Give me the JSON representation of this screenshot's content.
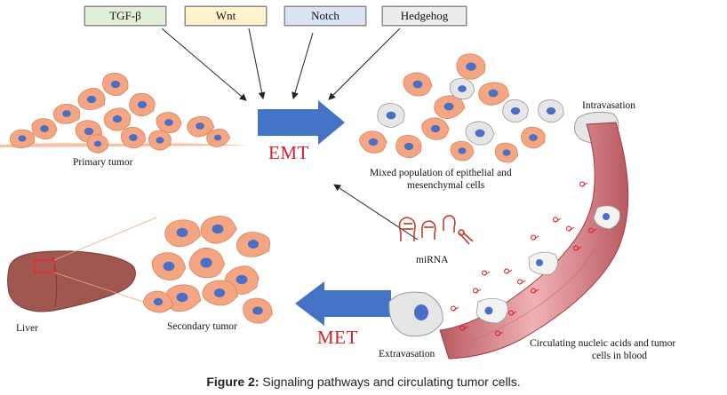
{
  "pathways": [
    {
      "label": "TGF-β",
      "color": "#e2efd9"
    },
    {
      "label": "Wnt",
      "color": "#fff2cc"
    },
    {
      "label": "Notch",
      "color": "#dae3f3"
    },
    {
      "label": "Hedgehog",
      "color": "#ededed"
    }
  ],
  "labels": {
    "primary_tumor": "Primary tumor",
    "mixed_line1": "Mixed population of epithelial and",
    "mixed_line2": "mesenchymal cells",
    "intravasation": "Intravasation",
    "mirna": "miRNA",
    "liver": "Liver",
    "secondary_tumor": "Secondary tumor",
    "extravasation": "Extravasation",
    "circulating_line1": "Circulating nucleic acids and tumor",
    "circulating_line2": "cells in blood"
  },
  "transitions": {
    "emt": "EMT",
    "met": "MET"
  },
  "caption": {
    "prefix": "Figure 2:",
    "text": " Signaling pathways and circulating tumor cells."
  },
  "colors": {
    "epithelial_cell": "#f4a582",
    "cell_outline": "#d9835f",
    "nucleus": "#4a6fc4",
    "mesenchymal_cell": "#e6e6e6",
    "arrow_blue": "#4472c4",
    "vessel": "#d9868c",
    "liver": "#a0574f",
    "accent_red": "#d3212b"
  }
}
